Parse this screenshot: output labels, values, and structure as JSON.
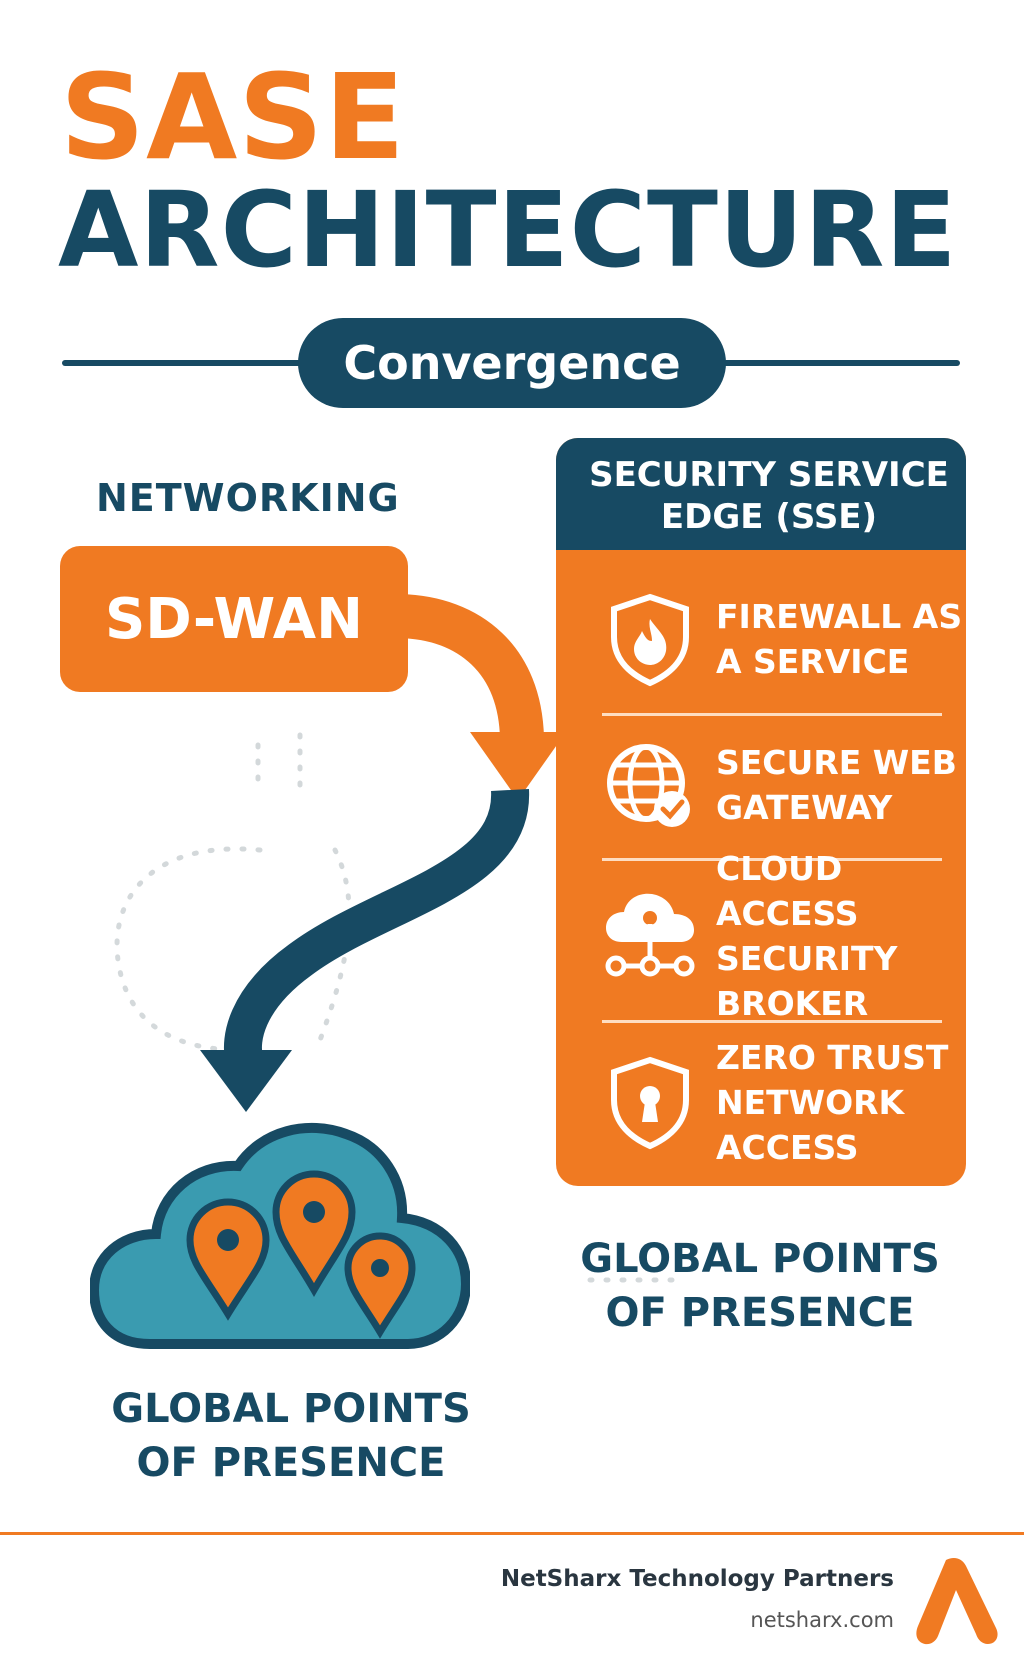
{
  "title": {
    "line1": "SASE",
    "line2": "ARCHITECTURE",
    "banner": "Convergence"
  },
  "networking": {
    "heading": "NETWORKING",
    "box_label": "SD-WAN"
  },
  "sse": {
    "heading": "SECURITY SERVICE EDGE (SSE)",
    "items": [
      {
        "label": "FIREWALL AS A SERVICE",
        "icon": "shield-flame-icon"
      },
      {
        "label": "SECURE WEB GATEWAY",
        "icon": "globe-check-icon"
      },
      {
        "label": "CLOUD ACCESS SECURITY BROKER",
        "icon": "cloud-network-icon"
      },
      {
        "label": "ZERO TRUST NETWORK ACCESS",
        "icon": "shield-keyhole-icon"
      }
    ]
  },
  "pop": {
    "left_label": "GLOBAL POINTS OF PRESENCE",
    "right_label": "GLOBAL POINTS OF PRESENCE",
    "icon": "cloud-location-pins-icon"
  },
  "footer": {
    "company": "NetSharx Technology Partners",
    "website": "netsharx.com",
    "logo": "netsharx-logo-icon"
  },
  "colors": {
    "orange": "#f07a22",
    "navy": "#174a63",
    "teal": "#3a9bb0"
  }
}
